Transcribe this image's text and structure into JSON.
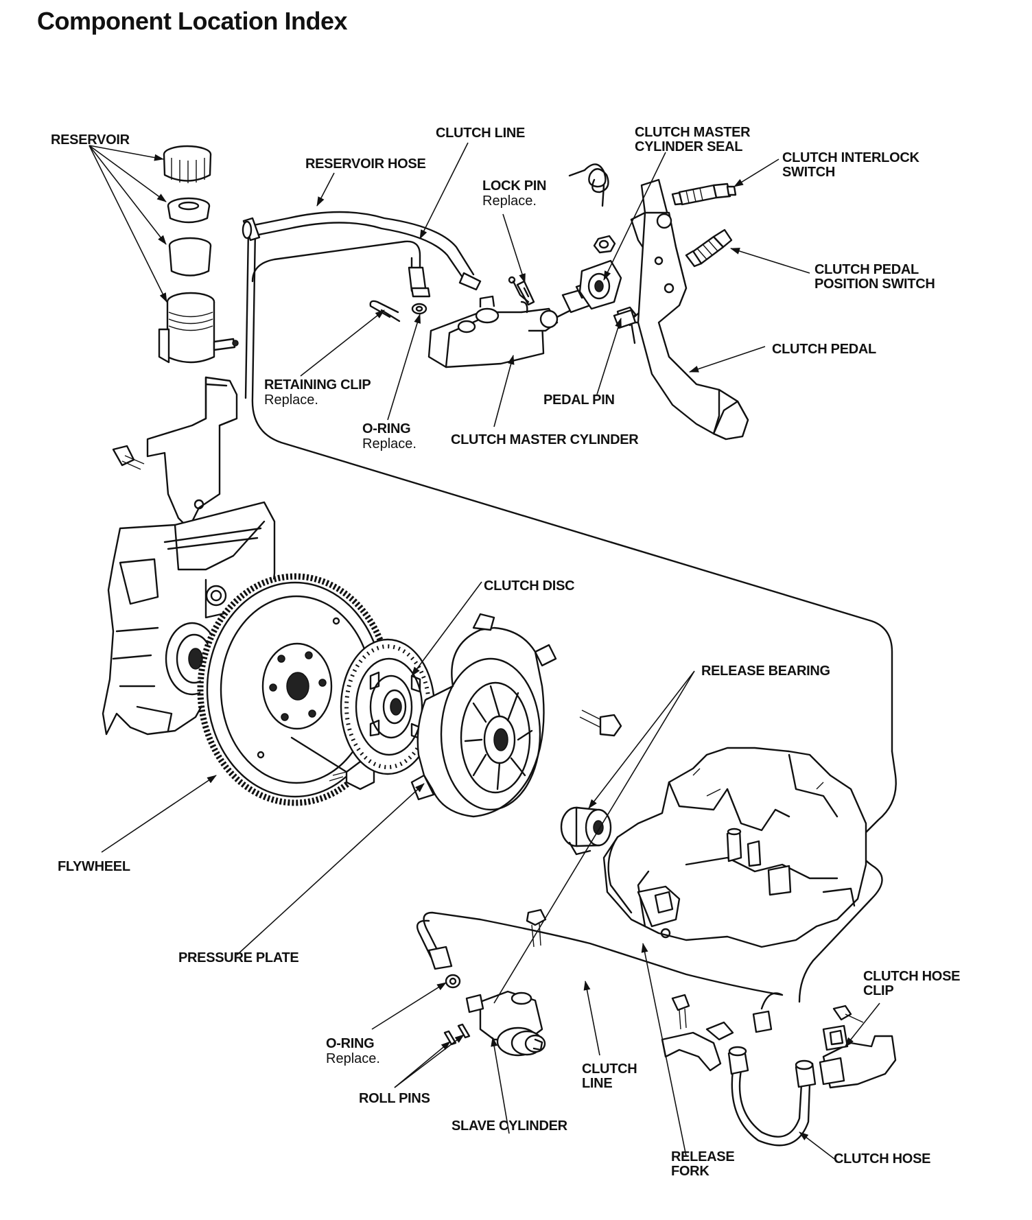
{
  "title": "Component Location Index",
  "labels": {
    "reservoir": {
      "name": "RESERVOIR"
    },
    "clutch_line_top": {
      "name": "CLUTCH LINE"
    },
    "reservoir_hose": {
      "name": "RESERVOIR HOSE"
    },
    "master_cyl_seal": {
      "name": "CLUTCH MASTER\nCYLINDER SEAL"
    },
    "interlock_switch": {
      "name": "CLUTCH INTERLOCK\nSWITCH"
    },
    "lock_pin": {
      "name": "LOCK PIN",
      "note": "Replace."
    },
    "pedal_position_switch": {
      "name": "CLUTCH PEDAL\nPOSITION SWITCH"
    },
    "clutch_pedal": {
      "name": "CLUTCH PEDAL"
    },
    "retaining_clip": {
      "name": "RETAINING CLIP",
      "note": "Replace."
    },
    "pedal_pin": {
      "name": "PEDAL PIN"
    },
    "o_ring_top": {
      "name": "O-RING",
      "note": "Replace."
    },
    "master_cylinder": {
      "name": "CLUTCH MASTER CYLINDER"
    },
    "clutch_disc": {
      "name": "CLUTCH DISC"
    },
    "release_bearing": {
      "name": "RELEASE BEARING"
    },
    "flywheel": {
      "name": "FLYWHEEL"
    },
    "pressure_plate": {
      "name": "PRESSURE PLATE"
    },
    "clutch_hose_clip": {
      "name": "CLUTCH HOSE\nCLIP"
    },
    "o_ring_bottom": {
      "name": "O-RING",
      "note": "Replace."
    },
    "clutch_line_bottom": {
      "name": "CLUTCH\nLINE"
    },
    "roll_pins": {
      "name": "ROLL PINS"
    },
    "slave_cylinder": {
      "name": "SLAVE CYLINDER"
    },
    "release_fork": {
      "name": "RELEASE\nFORK"
    },
    "clutch_hose": {
      "name": "CLUTCH HOSE"
    }
  }
}
